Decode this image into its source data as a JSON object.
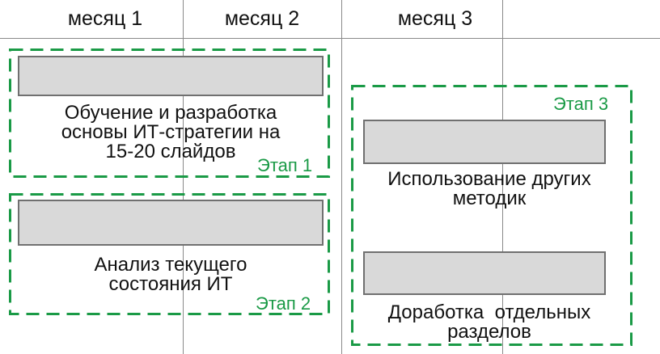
{
  "months": [
    "месяц 1",
    "месяц 2",
    "месяц 3"
  ],
  "stage_color": "#1a9a46",
  "bar_fill": "#d9d9d9",
  "stages": [
    {
      "label": "Этап 1",
      "tasks": [
        {
          "lines": [
            "Обучение и разработка",
            "основы ИТ-стратегии на",
            "15-20 слайдов"
          ]
        }
      ]
    },
    {
      "label": "Этап 2",
      "tasks": [
        {
          "lines": [
            "Анализ текущего",
            "состояния ИТ"
          ]
        }
      ]
    },
    {
      "label": "Этап 3",
      "tasks": [
        {
          "lines": [
            "Использование других",
            "методик"
          ]
        },
        {
          "lines": [
            "Доработка  отдельных",
            "разделов"
          ]
        }
      ]
    }
  ]
}
